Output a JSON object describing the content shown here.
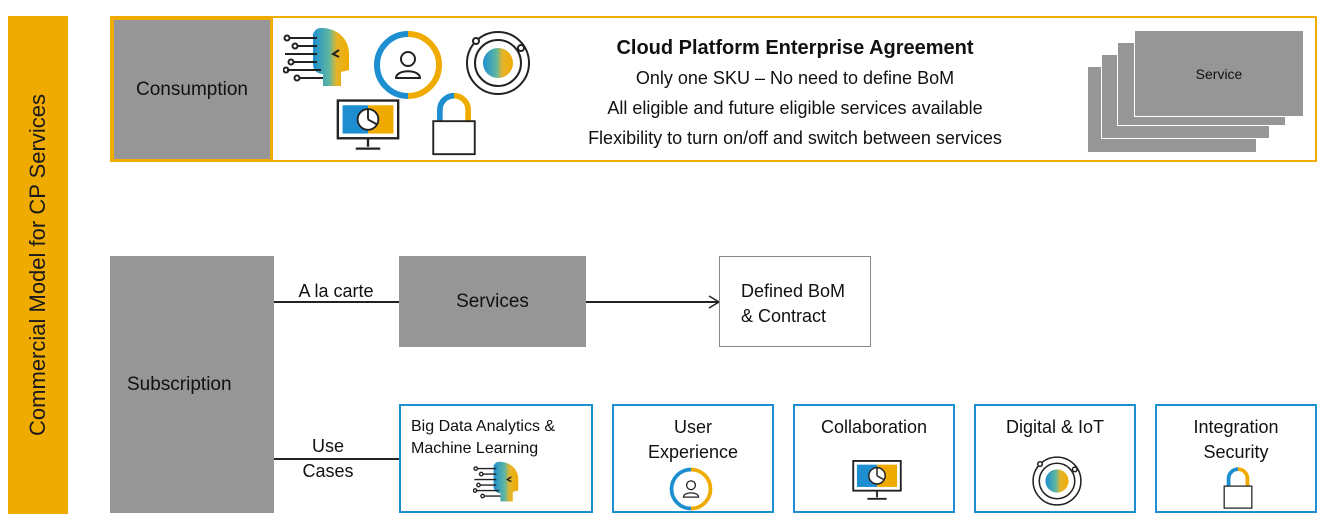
{
  "sidebar": {
    "label": "Commercial Model for CP Services"
  },
  "consumption": {
    "box_label": "Consumption",
    "agreement": {
      "title": "Cloud Platform Enterprise Agreement",
      "lines": [
        "Only one SKU – No need to define BoM",
        "All eligible and future eligible services available",
        "Flexibility to turn on/off and switch between services"
      ]
    },
    "stack_label": "Service"
  },
  "subscription": {
    "box_label": "Subscription",
    "branch_a_label": "A la carte",
    "services_label": "Services",
    "bom_lines": [
      "Defined BoM",
      "& Contract"
    ],
    "branch_b_lines": [
      "Use",
      "Cases"
    ],
    "use_cases": [
      {
        "lines": [
          "Big Data Analytics &",
          "Machine Learning"
        ],
        "icon": "ai-head-icon"
      },
      {
        "lines": [
          "User",
          "Experience"
        ],
        "icon": "user-icon"
      },
      {
        "lines": [
          "Collaboration"
        ],
        "icon": "monitor-chart-icon"
      },
      {
        "lines": [
          "Digital & IoT"
        ],
        "icon": "orbit-icon"
      },
      {
        "lines": [
          "Integration",
          "Security"
        ],
        "icon": "lock-icon"
      }
    ]
  },
  "colors": {
    "accent": "#f0ab00",
    "box_gray": "#969696",
    "use_case_border": "#1d8fd1",
    "icon_blue": "#1d8fd1"
  }
}
